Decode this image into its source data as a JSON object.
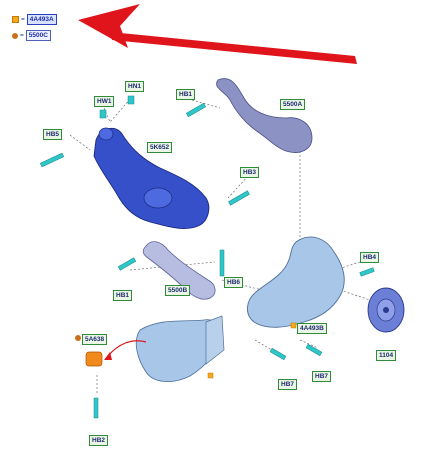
{
  "legend": [
    {
      "marker": "square",
      "symbol": "=",
      "code": "4A493A",
      "color": "#f4a81c",
      "highlighted": true
    },
    {
      "marker": "dot",
      "symbol": "=",
      "code": "5500C",
      "color": "#c8701b",
      "highlighted": false
    }
  ],
  "callouts": {
    "hw1": "HW1",
    "hn1": "HN1",
    "hb1_top": "HB1",
    "arm_5500a": "5500A",
    "hb5": "HB5",
    "arm_5k652": "5K652",
    "hb3": "HB3",
    "hb6": "HB6",
    "hb4": "HB4",
    "hb1_bottom": "HB1",
    "link_5500b": "5500B",
    "knuckle_4a493b": "4A493B",
    "sensor_5a638": "5A638",
    "hub_1104": "1104",
    "hb7_left": "HB7",
    "hb7_right": "HB7",
    "hb2": "HB2"
  },
  "colors": {
    "arrow": "#e0141b",
    "arm_blue": "#3550c8",
    "arm_grey": "#8c92c4",
    "bolt": "#2fc6c9",
    "knuckle": "#a8c6e8"
  }
}
